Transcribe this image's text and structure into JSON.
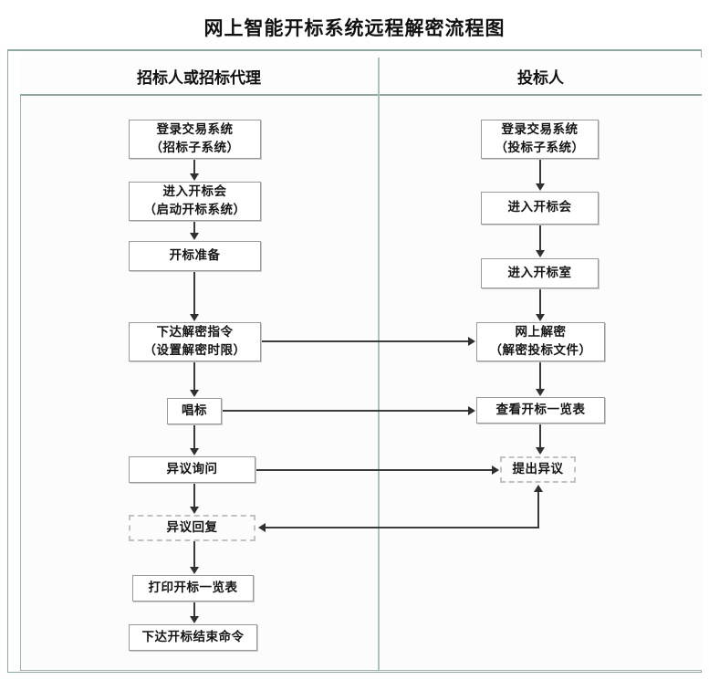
{
  "title": "网上智能开标系统远程解密流程图",
  "lanes": [
    {
      "id": "lane-bidder-agent",
      "label": "招标人或招标代理"
    },
    {
      "id": "lane-tenderer",
      "label": "投标人"
    }
  ],
  "colors": {
    "frame": "#8fa8a0",
    "lane_divider": "#a9c2ba",
    "node_border": "#9a9a9a",
    "node_dashed_border": "#c2c2c2",
    "connector": "#3a3a3a",
    "text": "#151515",
    "background": "#ffffff"
  },
  "left_nodes": [
    {
      "id": "login-trading-system",
      "line1": "登录交易系统",
      "line2": "（招标子系统）",
      "style": "solid"
    },
    {
      "id": "enter-opening-meeting",
      "line1": "进入开标会",
      "line2": "（启动开标系统）",
      "style": "solid"
    },
    {
      "id": "opening-preparation",
      "line1": "开标准备",
      "line2": "",
      "style": "solid"
    },
    {
      "id": "issue-decrypt-command",
      "line1": "下达解密指令",
      "line2": "（设置解密时限）",
      "style": "solid"
    },
    {
      "id": "call-bid",
      "line1": "唱标",
      "line2": "",
      "style": "solid"
    },
    {
      "id": "objection-inquiry",
      "line1": "异议询问",
      "line2": "",
      "style": "solid"
    },
    {
      "id": "objection-reply",
      "line1": "异议回复",
      "line2": "",
      "style": "dashed"
    },
    {
      "id": "print-opening-list",
      "line1": "打印开标一览表",
      "line2": "",
      "style": "solid"
    },
    {
      "id": "issue-end-command",
      "line1": "下达开标结束命令",
      "line2": "",
      "style": "solid"
    }
  ],
  "right_nodes": [
    {
      "id": "login-trading-system-bidder",
      "line1": "登录交易系统",
      "line2": "（投标子系统）",
      "style": "solid"
    },
    {
      "id": "enter-opening-meeting-bidder",
      "line1": "进入开标会",
      "line2": "",
      "style": "solid"
    },
    {
      "id": "enter-opening-room",
      "line1": "进入开标室",
      "line2": "",
      "style": "solid"
    },
    {
      "id": "online-decrypt",
      "line1": "网上解密",
      "line2": "（解密投标文件）",
      "style": "solid"
    },
    {
      "id": "view-opening-list",
      "line1": "查看开标一览表",
      "line2": "",
      "style": "solid"
    },
    {
      "id": "raise-objection",
      "line1": "提出异议",
      "line2": "",
      "style": "dashed"
    }
  ],
  "edges": [
    {
      "id": "edge-login-to-meeting-left",
      "from": "login-trading-system",
      "to": "enter-opening-meeting",
      "dir": "down"
    },
    {
      "id": "edge-meeting-to-prep-left",
      "from": "enter-opening-meeting",
      "to": "opening-preparation",
      "dir": "down"
    },
    {
      "id": "edge-prep-to-decrypt-cmd",
      "from": "opening-preparation",
      "to": "issue-decrypt-command",
      "dir": "down"
    },
    {
      "id": "edge-decrypt-cmd-to-call-bid",
      "from": "issue-decrypt-command",
      "to": "call-bid",
      "dir": "down"
    },
    {
      "id": "edge-call-bid-to-inquiry",
      "from": "call-bid",
      "to": "objection-inquiry",
      "dir": "down"
    },
    {
      "id": "edge-inquiry-to-reply",
      "from": "objection-inquiry",
      "to": "objection-reply",
      "dir": "down"
    },
    {
      "id": "edge-reply-to-print",
      "from": "objection-reply",
      "to": "print-opening-list",
      "dir": "down"
    },
    {
      "id": "edge-print-to-end-command",
      "from": "print-opening-list",
      "to": "issue-end-command",
      "dir": "down"
    },
    {
      "id": "edge-login-to-meeting-right",
      "from": "login-trading-system-bidder",
      "to": "enter-opening-meeting-bidder",
      "dir": "down"
    },
    {
      "id": "edge-meeting-to-room-right",
      "from": "enter-opening-meeting-bidder",
      "to": "enter-opening-room",
      "dir": "down"
    },
    {
      "id": "edge-room-to-online-decrypt",
      "from": "enter-opening-room",
      "to": "online-decrypt",
      "dir": "down"
    },
    {
      "id": "edge-online-decrypt-to-view-list",
      "from": "online-decrypt",
      "to": "view-opening-list",
      "dir": "down"
    },
    {
      "id": "edge-view-list-to-objection",
      "from": "view-opening-list",
      "to": "raise-objection",
      "dir": "down"
    },
    {
      "id": "edge-decrypt-cmd-to-online",
      "from": "issue-decrypt-command",
      "to": "online-decrypt",
      "dir": "right"
    },
    {
      "id": "edge-call-bid-to-view-list",
      "from": "call-bid",
      "to": "view-opening-list",
      "dir": "right"
    },
    {
      "id": "edge-inquiry-to-objection",
      "from": "objection-inquiry",
      "to": "raise-objection",
      "dir": "right"
    },
    {
      "id": "edge-objection-to-reply",
      "from": "raise-objection",
      "to": "objection-reply",
      "dir": "left"
    }
  ]
}
